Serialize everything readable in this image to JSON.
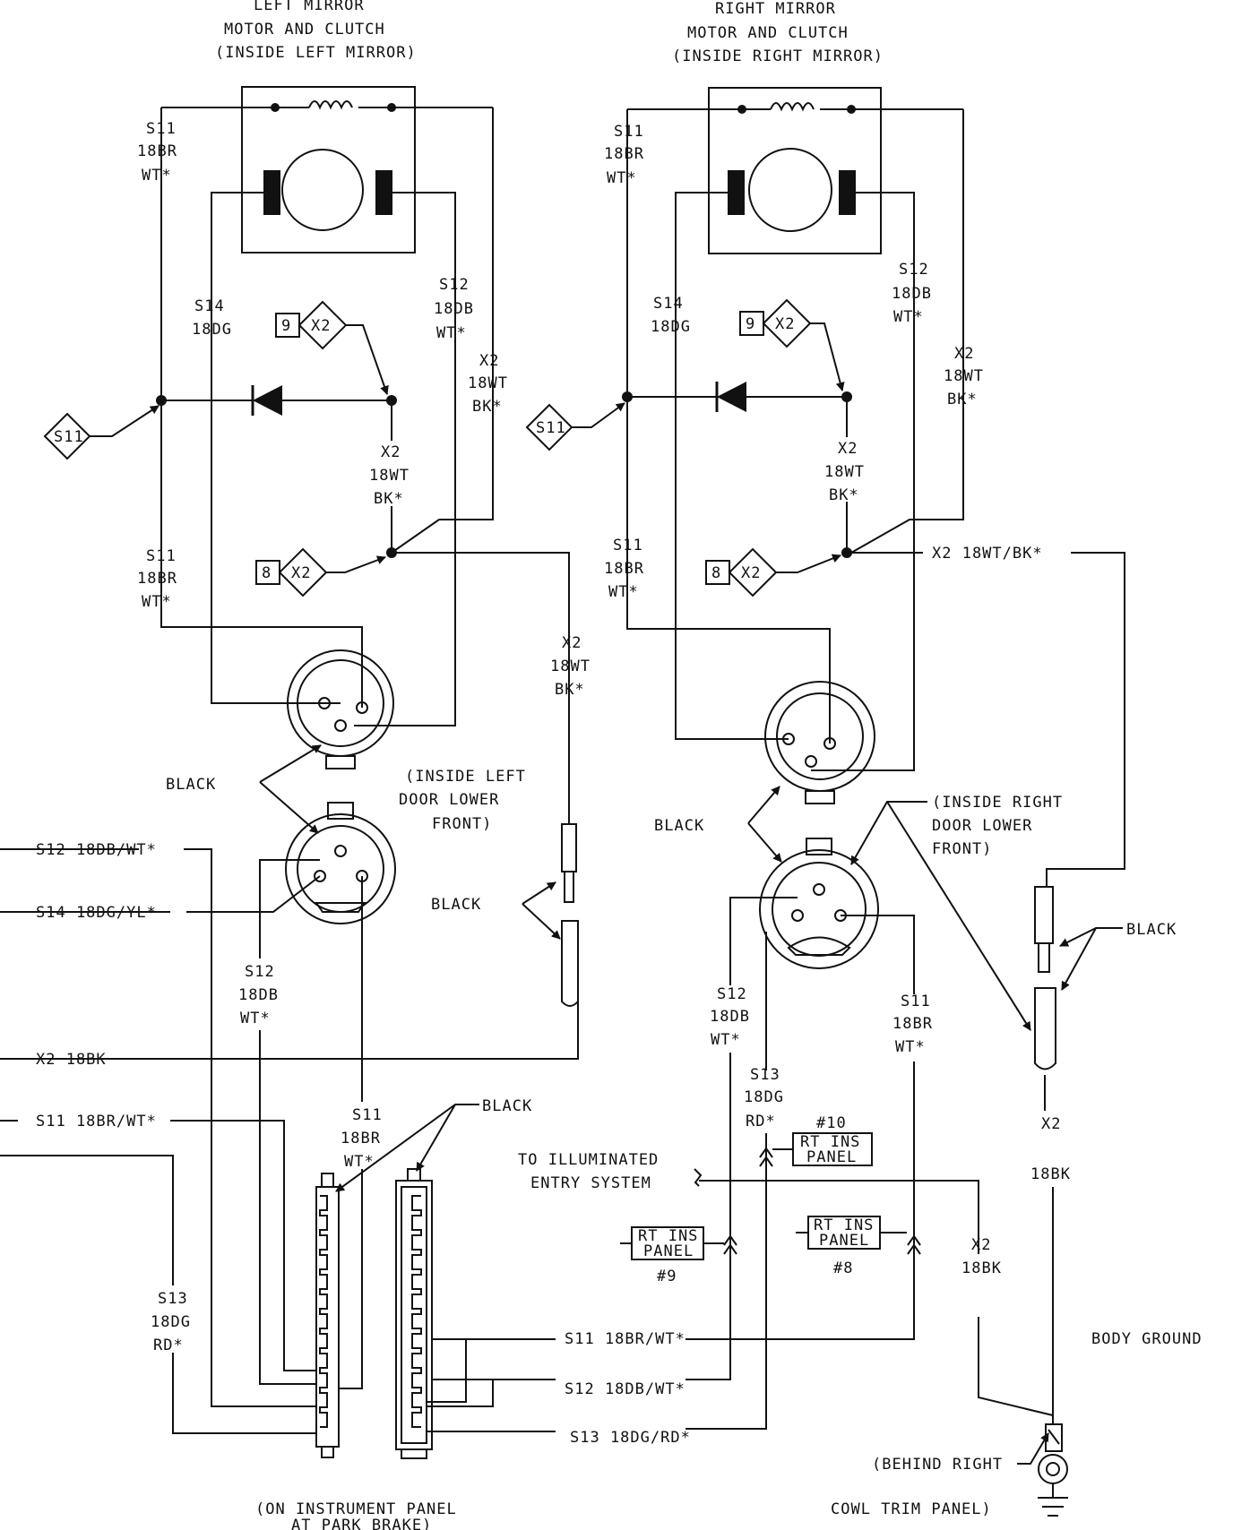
{
  "left_mirror": {
    "title": [
      "LEFT MIRROR",
      "MOTOR AND CLUTCH",
      "(INSIDE LEFT MIRROR)"
    ],
    "s11": [
      "S11",
      "18BR",
      "WT*"
    ],
    "s14": [
      "S14",
      "18DG"
    ],
    "s12": [
      "S12",
      "18DB",
      "WT*"
    ],
    "x2_right": [
      "X2",
      "18WT",
      "BK*"
    ],
    "x2_mid": [
      "X2",
      "18WT",
      "BK*"
    ],
    "s11_lower": [
      "S11",
      "18BR",
      "WT*"
    ],
    "x2_lower": [
      "X2",
      "18WT",
      "BK*"
    ],
    "conn_9": "9",
    "conn_8": "8",
    "conn_x2": "X2",
    "s11_tag": "S11",
    "black": "BLACK",
    "door_note": [
      "(INSIDE LEFT",
      "DOOR LOWER",
      "FRONT)"
    ],
    "black_2": "BLACK"
  },
  "right_mirror": {
    "title": [
      "RIGHT MIRROR",
      "MOTOR AND CLUTCH",
      "(INSIDE RIGHT MIRROR)"
    ],
    "s11": [
      "S11",
      "18BR",
      "WT*"
    ],
    "s14": [
      "S14",
      "18DG"
    ],
    "s12": [
      "S12",
      "18DB",
      "WT*"
    ],
    "x2_right": [
      "X2",
      "18WT",
      "BK*"
    ],
    "x2_mid": [
      "X2",
      "18WT",
      "BK*"
    ],
    "s11_lower": [
      "S11",
      "18BR",
      "WT*"
    ],
    "x2_out": "X2 18WT/BK*",
    "conn_9": "9",
    "conn_8": "8",
    "conn_x2": "X2",
    "s11_tag": "S11",
    "black": "BLACK",
    "door_note": [
      "(INSIDE RIGHT",
      "DOOR LOWER",
      "FRONT)"
    ],
    "black_2": "BLACK"
  },
  "left_wires": {
    "s12": "S12 18DB/WT*",
    "s14": "S14 18DG/YL*",
    "x2": "X2 18BK",
    "s11": "S11 18BR/WT*",
    "s12_v": [
      "S12",
      "18DB",
      "WT*"
    ],
    "s11_v": [
      "S11",
      "18BR",
      "WT*"
    ],
    "s13_v": [
      "S13",
      "18DG",
      "RD*"
    ],
    "black": "BLACK",
    "panel_note": [
      "(ON INSTRUMENT PANEL",
      "AT PARK BRAKE)"
    ]
  },
  "right_wires": {
    "s12_v": [
      "S12",
      "18DB",
      "WT*"
    ],
    "s13_v": [
      "S13",
      "18DG",
      "RD*"
    ],
    "s11_v": [
      "S11",
      "18BR",
      "WT*"
    ],
    "x2_v": [
      "X2",
      "18BK"
    ],
    "x2_v2": [
      "X2",
      "18BK"
    ],
    "illum": [
      "TO ILLUMINATED",
      "ENTRY SYSTEM"
    ],
    "rt_ins_9": [
      "RT INS",
      "PANEL",
      "#9"
    ],
    "rt_ins_10": [
      "#10",
      "RT INS",
      "PANEL"
    ],
    "rt_ins_8": [
      "RT INS",
      "PANEL",
      "#8"
    ],
    "s11_h": "S11 18BR/WT*",
    "s12_h": "S12 18DB/WT*",
    "s13_h": "S13 18DG/RD*",
    "body_ground": "BODY GROUND",
    "ground_note": [
      "(BEHIND RIGHT",
      "COWL TRIM PANEL)"
    ]
  }
}
